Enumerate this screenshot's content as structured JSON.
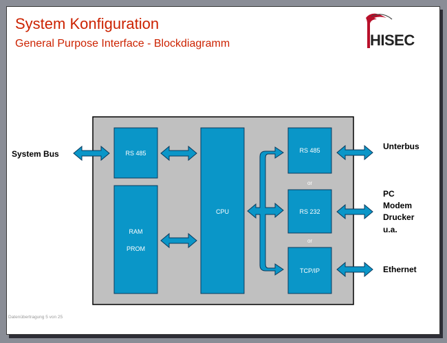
{
  "slide": {
    "title": "System Konfiguration",
    "subtitle": "General Purpose Interface - Blockdiagramm",
    "footer": "Datenübertragung 5 von 25",
    "logo_text": "HISEC"
  },
  "colors": {
    "title": "#cc2200",
    "block_fill": "#0a96c8",
    "block_border": "#0b3a5c",
    "panel": "#c0c0c0",
    "background": "#8a8d96"
  },
  "diagram": {
    "blocks": {
      "rs485_left": "RS 485",
      "ram": "RAM",
      "prom": "PROM",
      "cpu": "CPU",
      "rs485_right": "RS 485",
      "rs232": "RS 232",
      "tcpip": "TCP/IP"
    },
    "or_labels": [
      "or",
      "or"
    ],
    "external": {
      "system_bus": "System Bus",
      "unterbus": "Unterbus",
      "pc": "PC",
      "modem": "Modem",
      "drucker": "Drucker",
      "ua": "u.a.",
      "ethernet": "Ethernet"
    }
  }
}
